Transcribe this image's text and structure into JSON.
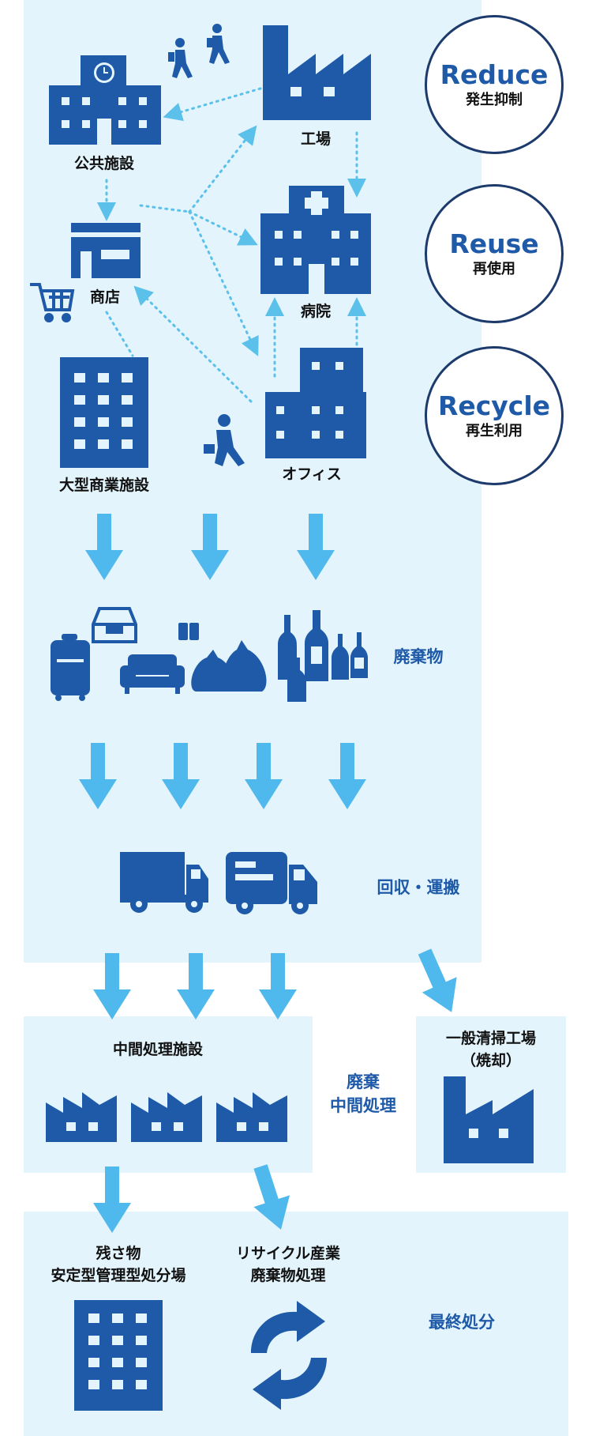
{
  "rrr": [
    {
      "en": "Reduce",
      "jp": "発生抑制"
    },
    {
      "en": "Reuse",
      "jp": "再使用"
    },
    {
      "en": "Recycle",
      "jp": "再生利用"
    }
  ],
  "sources": {
    "public_facility": "公共施設",
    "factory": "工場",
    "shop": "商店",
    "hospital": "病院",
    "large_commercial": "大型商業施設",
    "office": "オフィス"
  },
  "stages": {
    "waste": "廃棄物",
    "collection": "回収・運搬",
    "intermediate_line1": "廃棄",
    "intermediate_line2": "中間処理",
    "final": "最終処分"
  },
  "facilities": {
    "intermediate": "中間処理施設",
    "incineration_line1": "一般清掃工場",
    "incineration_line2": "（焼却）",
    "landfill_line1": "残さ物",
    "landfill_line2": "安定型管理型処分場",
    "recycle_line1": "リサイクル産業",
    "recycle_line2": "廃棄物処理"
  },
  "colors": {
    "primary": "#1e5aa8",
    "arrow": "#4fb8ec",
    "background": "#e3f4fc",
    "dotted": "#5bc0ea",
    "circle_border": "#1c3a6b"
  }
}
